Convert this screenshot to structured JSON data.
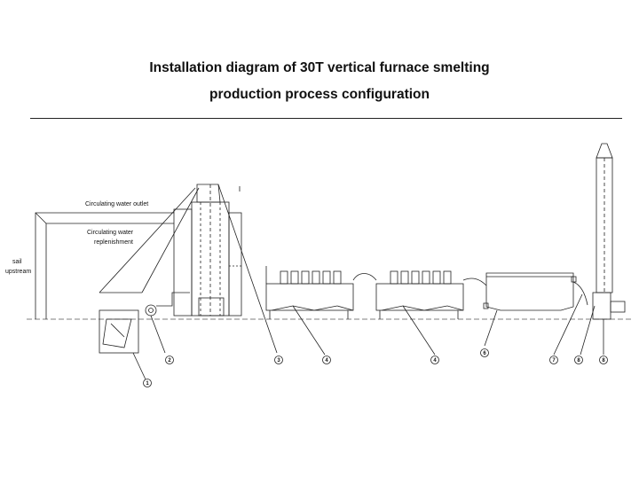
{
  "title": {
    "line1": "Installation diagram of 30T vertical furnace smelting",
    "line2": "production process configuration"
  },
  "labels": {
    "sail": "sail",
    "upstream": "upstream",
    "water_outlet": "Circulating water outlet",
    "water_replenishment_1": "Circulating water",
    "water_replenishment_2": "replenishment"
  },
  "callouts": [
    "1",
    "2",
    "3",
    "4",
    "4",
    "6",
    "7",
    "8",
    "8"
  ],
  "colors": {
    "line": "#222222",
    "ground": "#555555"
  }
}
